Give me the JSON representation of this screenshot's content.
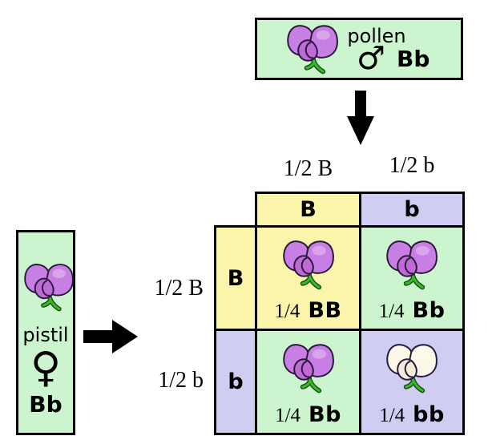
{
  "pollen_box": {
    "label": "pollen",
    "sex_symbol": "♂",
    "genotype": "Bb",
    "flower": "purple"
  },
  "pistil_box": {
    "label": "pistil",
    "sex_symbol": "♀",
    "genotype": "Bb",
    "flower": "purple"
  },
  "punnett_square": {
    "col_gamete_labels": [
      "1/2 B",
      "1/2 b"
    ],
    "row_gamete_labels": [
      "1/2 B",
      "1/2 b"
    ],
    "col_allele_headers": [
      "B",
      "b"
    ],
    "row_allele_headers": [
      "B",
      "b"
    ],
    "cells": [
      {
        "fraction": "1/4",
        "genotype": "BB",
        "flower": "purple"
      },
      {
        "fraction": "1/4",
        "genotype": "Bb",
        "flower": "purple"
      },
      {
        "fraction": "1/4",
        "genotype": "Bb",
        "flower": "purple"
      },
      {
        "fraction": "1/4",
        "genotype": "bb",
        "flower": "white"
      }
    ]
  },
  "colors": {
    "box_green": "#ccf5cf",
    "cell_yellow": "#fbf5ac",
    "cell_lavender": "#cfcdf2",
    "flower_purple": "#c87fe4",
    "flower_white": "#fbf8e9",
    "stem_green": "#3cb82c",
    "line_black": "#000000"
  }
}
